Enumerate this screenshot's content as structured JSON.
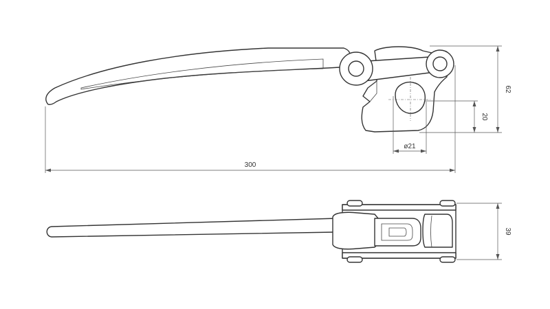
{
  "dimensions": {
    "overall_length": "300",
    "height_top": "62",
    "pivot_offset": "20",
    "hole_diameter": "ø21",
    "width_bottom": "39"
  }
}
